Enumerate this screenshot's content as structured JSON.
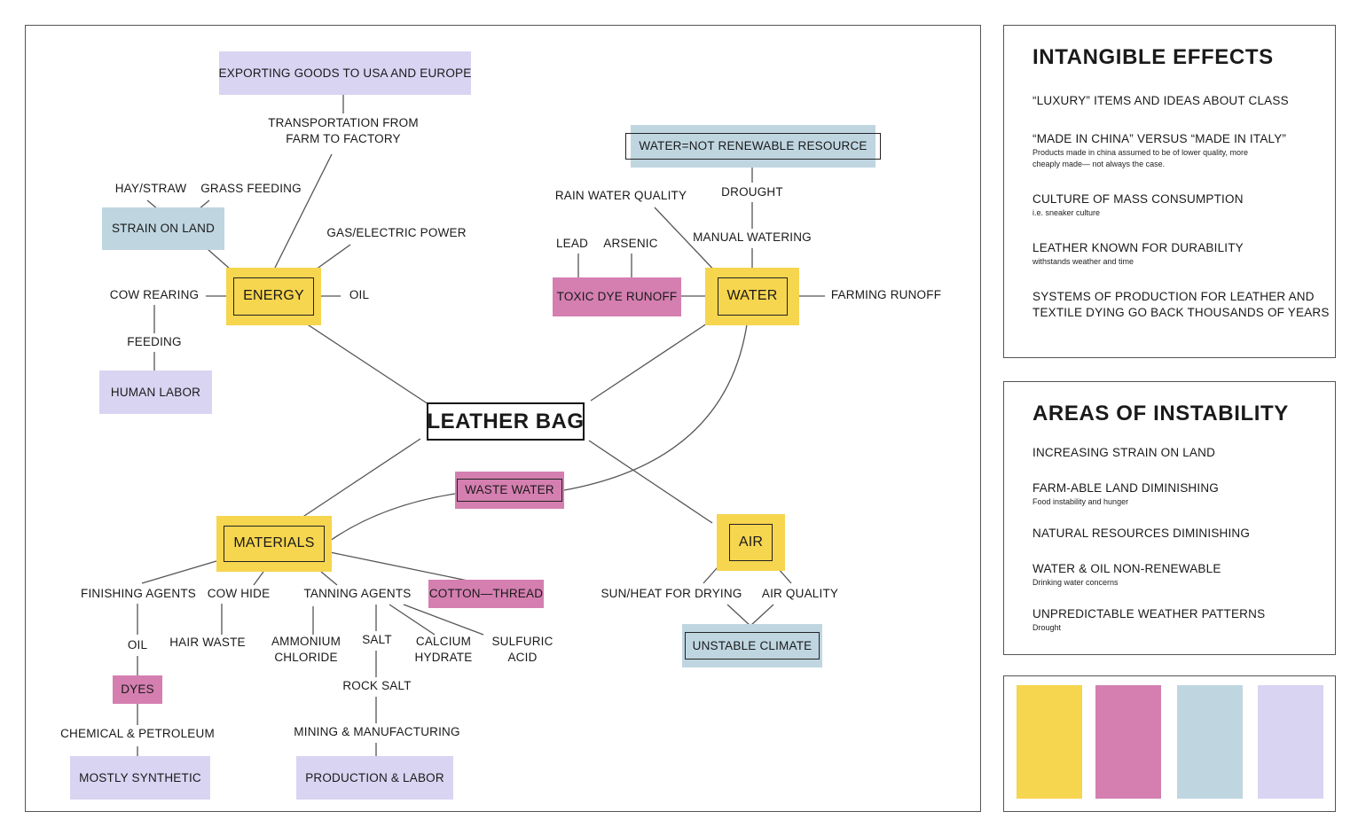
{
  "colors": {
    "yellow": "#f6d54f",
    "pink": "#d47fb0",
    "blue": "#bfd6e1",
    "purple": "#d8d4f2"
  },
  "map": {
    "center": "LEATHER BAG",
    "energy": {
      "hub": "ENERGY",
      "exporting": "EXPORTING GOODS TO USA AND EUROPE",
      "transport_line1": "TRANSPORTATION FROM",
      "transport_line2": "FARM TO FACTORY",
      "hay": "HAY/STRAW",
      "grass": "GRASS FEEDING",
      "strain": "STRAIN ON LAND",
      "gas": "GAS/ELECTRIC POWER",
      "cow_rearing": "COW REARING",
      "oil": "OIL",
      "feeding": "FEEDING",
      "human_labor": "HUMAN LABOR"
    },
    "water": {
      "hub": "WATER",
      "not_renewable": "WATER=NOT RENEWABLE RESOURCE",
      "drought": "DROUGHT",
      "rain": "RAIN WATER QUALITY",
      "manual": "MANUAL WATERING",
      "lead": "LEAD",
      "arsenic": "ARSENIC",
      "toxic": "TOXIC DYE RUNOFF",
      "farming": "FARMING RUNOFF",
      "waste": "WASTE WATER"
    },
    "materials": {
      "hub": "MATERIALS",
      "finishing": "FINISHING AGENTS",
      "cow_hide": "COW HIDE",
      "tanning": "TANNING AGENTS",
      "cotton": "COTTON—THREAD",
      "oil": "OIL",
      "hair": "HAIR WASTE",
      "ammonium_line1": "AMMONIUM",
      "ammonium_line2": "CHLORIDE",
      "salt": "SALT",
      "calcium_line1": "CALCIUM",
      "calcium_line2": "HYDRATE",
      "sulfuric_line1": "SULFURIC",
      "sulfuric_line2": "ACID",
      "dyes": "DYES",
      "rock_salt": "ROCK SALT",
      "chemical": "CHEMICAL & PETROLEUM",
      "mining": "MINING & MANUFACTURING",
      "synthetic": "MOSTLY SYNTHETIC",
      "production": "PRODUCTION & LABOR"
    },
    "air": {
      "hub": "AIR",
      "sun": "SUN/HEAT FOR DRYING",
      "quality": "AIR QUALITY",
      "climate": "UNSTABLE CLIMATE"
    }
  },
  "intangible": {
    "title": "INTANGIBLE EFFECTS",
    "items": [
      {
        "heading": "“LUXURY” ITEMS AND IDEAS ABOUT CLASS",
        "detail": ""
      },
      {
        "heading": "“MADE IN CHINA” VERSUS “MADE IN ITALY”",
        "detail": "Products made in china assumed to be of lower quality, more",
        "detail2": "cheaply made— not always the case."
      },
      {
        "heading": "CULTURE OF MASS CONSUMPTION",
        "detail": "i.e. sneaker culture"
      },
      {
        "heading": "LEATHER KNOWN FOR DURABILITY",
        "detail": "withstands weather and time"
      },
      {
        "heading": "SYSTEMS OF PRODUCTION FOR LEATHER AND",
        "heading2": "TEXTILE DYING GO BACK THOUSANDS OF YEARS",
        "detail": ""
      }
    ]
  },
  "instability": {
    "title": "AREAS OF INSTABILITY",
    "items": [
      {
        "heading": "INCREASING STRAIN ON LAND",
        "detail": ""
      },
      {
        "heading": "FARM-ABLE LAND DIMINISHING",
        "detail": "Food instability and hunger"
      },
      {
        "heading": "NATURAL RESOURCES DIMINISHING",
        "detail": ""
      },
      {
        "heading": "WATER & OIL NON-RENEWABLE",
        "detail": "Drinking water concerns"
      },
      {
        "heading": "UNPREDICTABLE WEATHER PATTERNS",
        "detail": "Drought"
      }
    ]
  }
}
